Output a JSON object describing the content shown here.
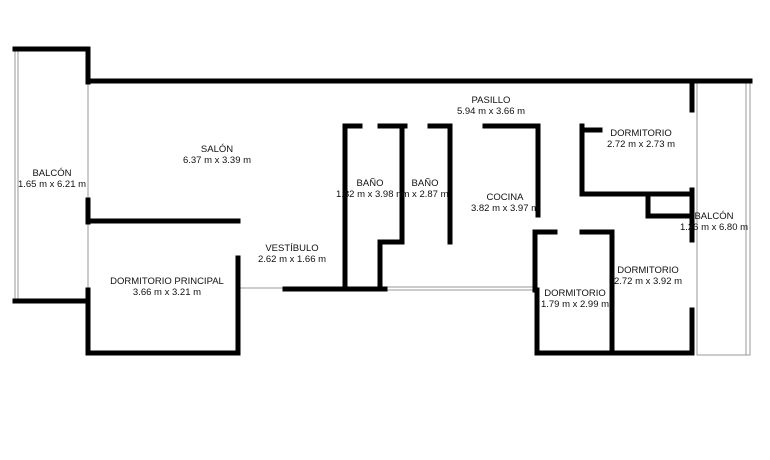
{
  "rooms": [
    {
      "name": "BALCÓN",
      "size": "1.65 m x 6.21 m"
    },
    {
      "name": "SALÓN",
      "size": "6.37 m x 3.39 m"
    },
    {
      "name": "PASILLO",
      "size": "5.94 m x 3.66 m"
    },
    {
      "name": "BAÑO",
      "size": "1.82 m x 3.98 m"
    },
    {
      "name": "BAÑO",
      "size": "m x 2.87 m"
    },
    {
      "name": "COCINA",
      "size": "3.82 m x 3.97 m"
    },
    {
      "name": "DORMITORIO",
      "size": "2.72 m x 2.73 m"
    },
    {
      "name": "BALCÓN",
      "size": "1.26 m x 6.80 m"
    },
    {
      "name": "VESTÍBULO",
      "size": "2.62 m x 1.66 m"
    },
    {
      "name": "DORMITORIO PRINCIPAL",
      "size": "3.66 m x 3.21 m"
    },
    {
      "name": "DORMITORIO",
      "size": "2.72 m x 3.92 m"
    },
    {
      "name": "DORMITORIO",
      "size": "1.79 m x 2.99 m"
    }
  ]
}
